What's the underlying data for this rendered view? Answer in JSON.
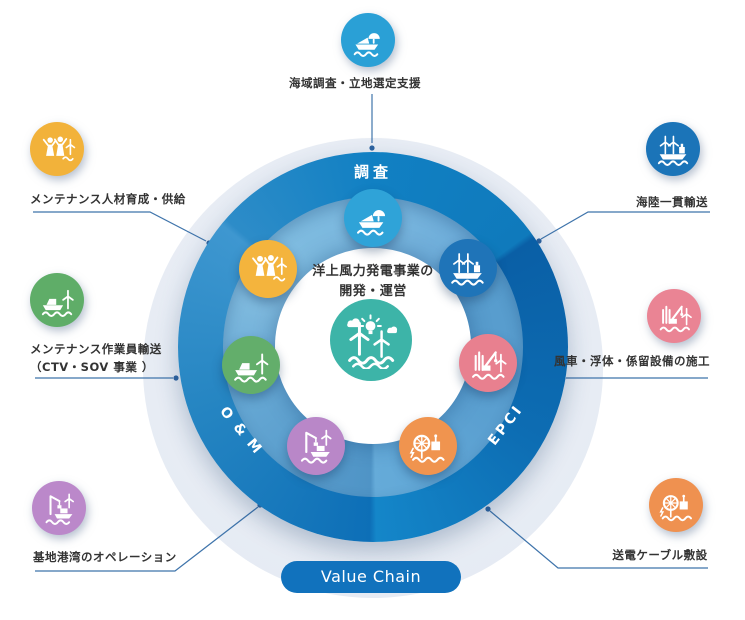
{
  "center": {
    "line1": "洋上風力発電事業の",
    "line2": "開発・運営"
  },
  "ring": {
    "survey": "調査",
    "epci": "EPCI",
    "om": "O & M"
  },
  "footer": {
    "value_chain": "Value Chain"
  },
  "outer": {
    "top": {
      "label": "海域調査・立地選定支援"
    },
    "right_top": {
      "label": "海陸一貫輸送"
    },
    "right_mid": {
      "label": "風車・浮体・係留設備の施工"
    },
    "right_bottom": {
      "label": "送電ケーブル敷設"
    },
    "left_top": {
      "label": "メンテナンス人材育成・供給"
    },
    "left_mid": {
      "label": "メンテナンス作業員輸送",
      "label2": "（CTV・SOV 事業 ）"
    },
    "left_bottom": {
      "label": "基地港湾のオペレーション"
    }
  },
  "icons": {
    "center": {
      "name": "wind-farm-bulb-icon",
      "color": "#3db4a8"
    },
    "survey": {
      "name": "survey-ship-icon",
      "color": "#2fa3d8"
    },
    "transport": {
      "name": "turbine-carrier-ship-icon",
      "color": "#1f74b8"
    },
    "construction": {
      "name": "installation-crane-icon",
      "color": "#e8808f"
    },
    "cable": {
      "name": "cable-laying-ship-icon",
      "color": "#f0944f"
    },
    "port": {
      "name": "port-crane-icon",
      "color": "#b987c8"
    },
    "ctv": {
      "name": "crew-transfer-vessel-icon",
      "color": "#63ae6b"
    },
    "workers": {
      "name": "maintenance-workers-icon",
      "color": "#f4b43d"
    }
  },
  "colors": {
    "halo": "#e7ecf4",
    "ring_survey": "#1180c3",
    "ring_epci": "#0a60a7",
    "ring_om": "#156fb5",
    "ring_inner": "#6fb0da",
    "value_chain_bg": "#1172bd",
    "connector_line": "#3f74ab",
    "label_text": "#333333"
  }
}
